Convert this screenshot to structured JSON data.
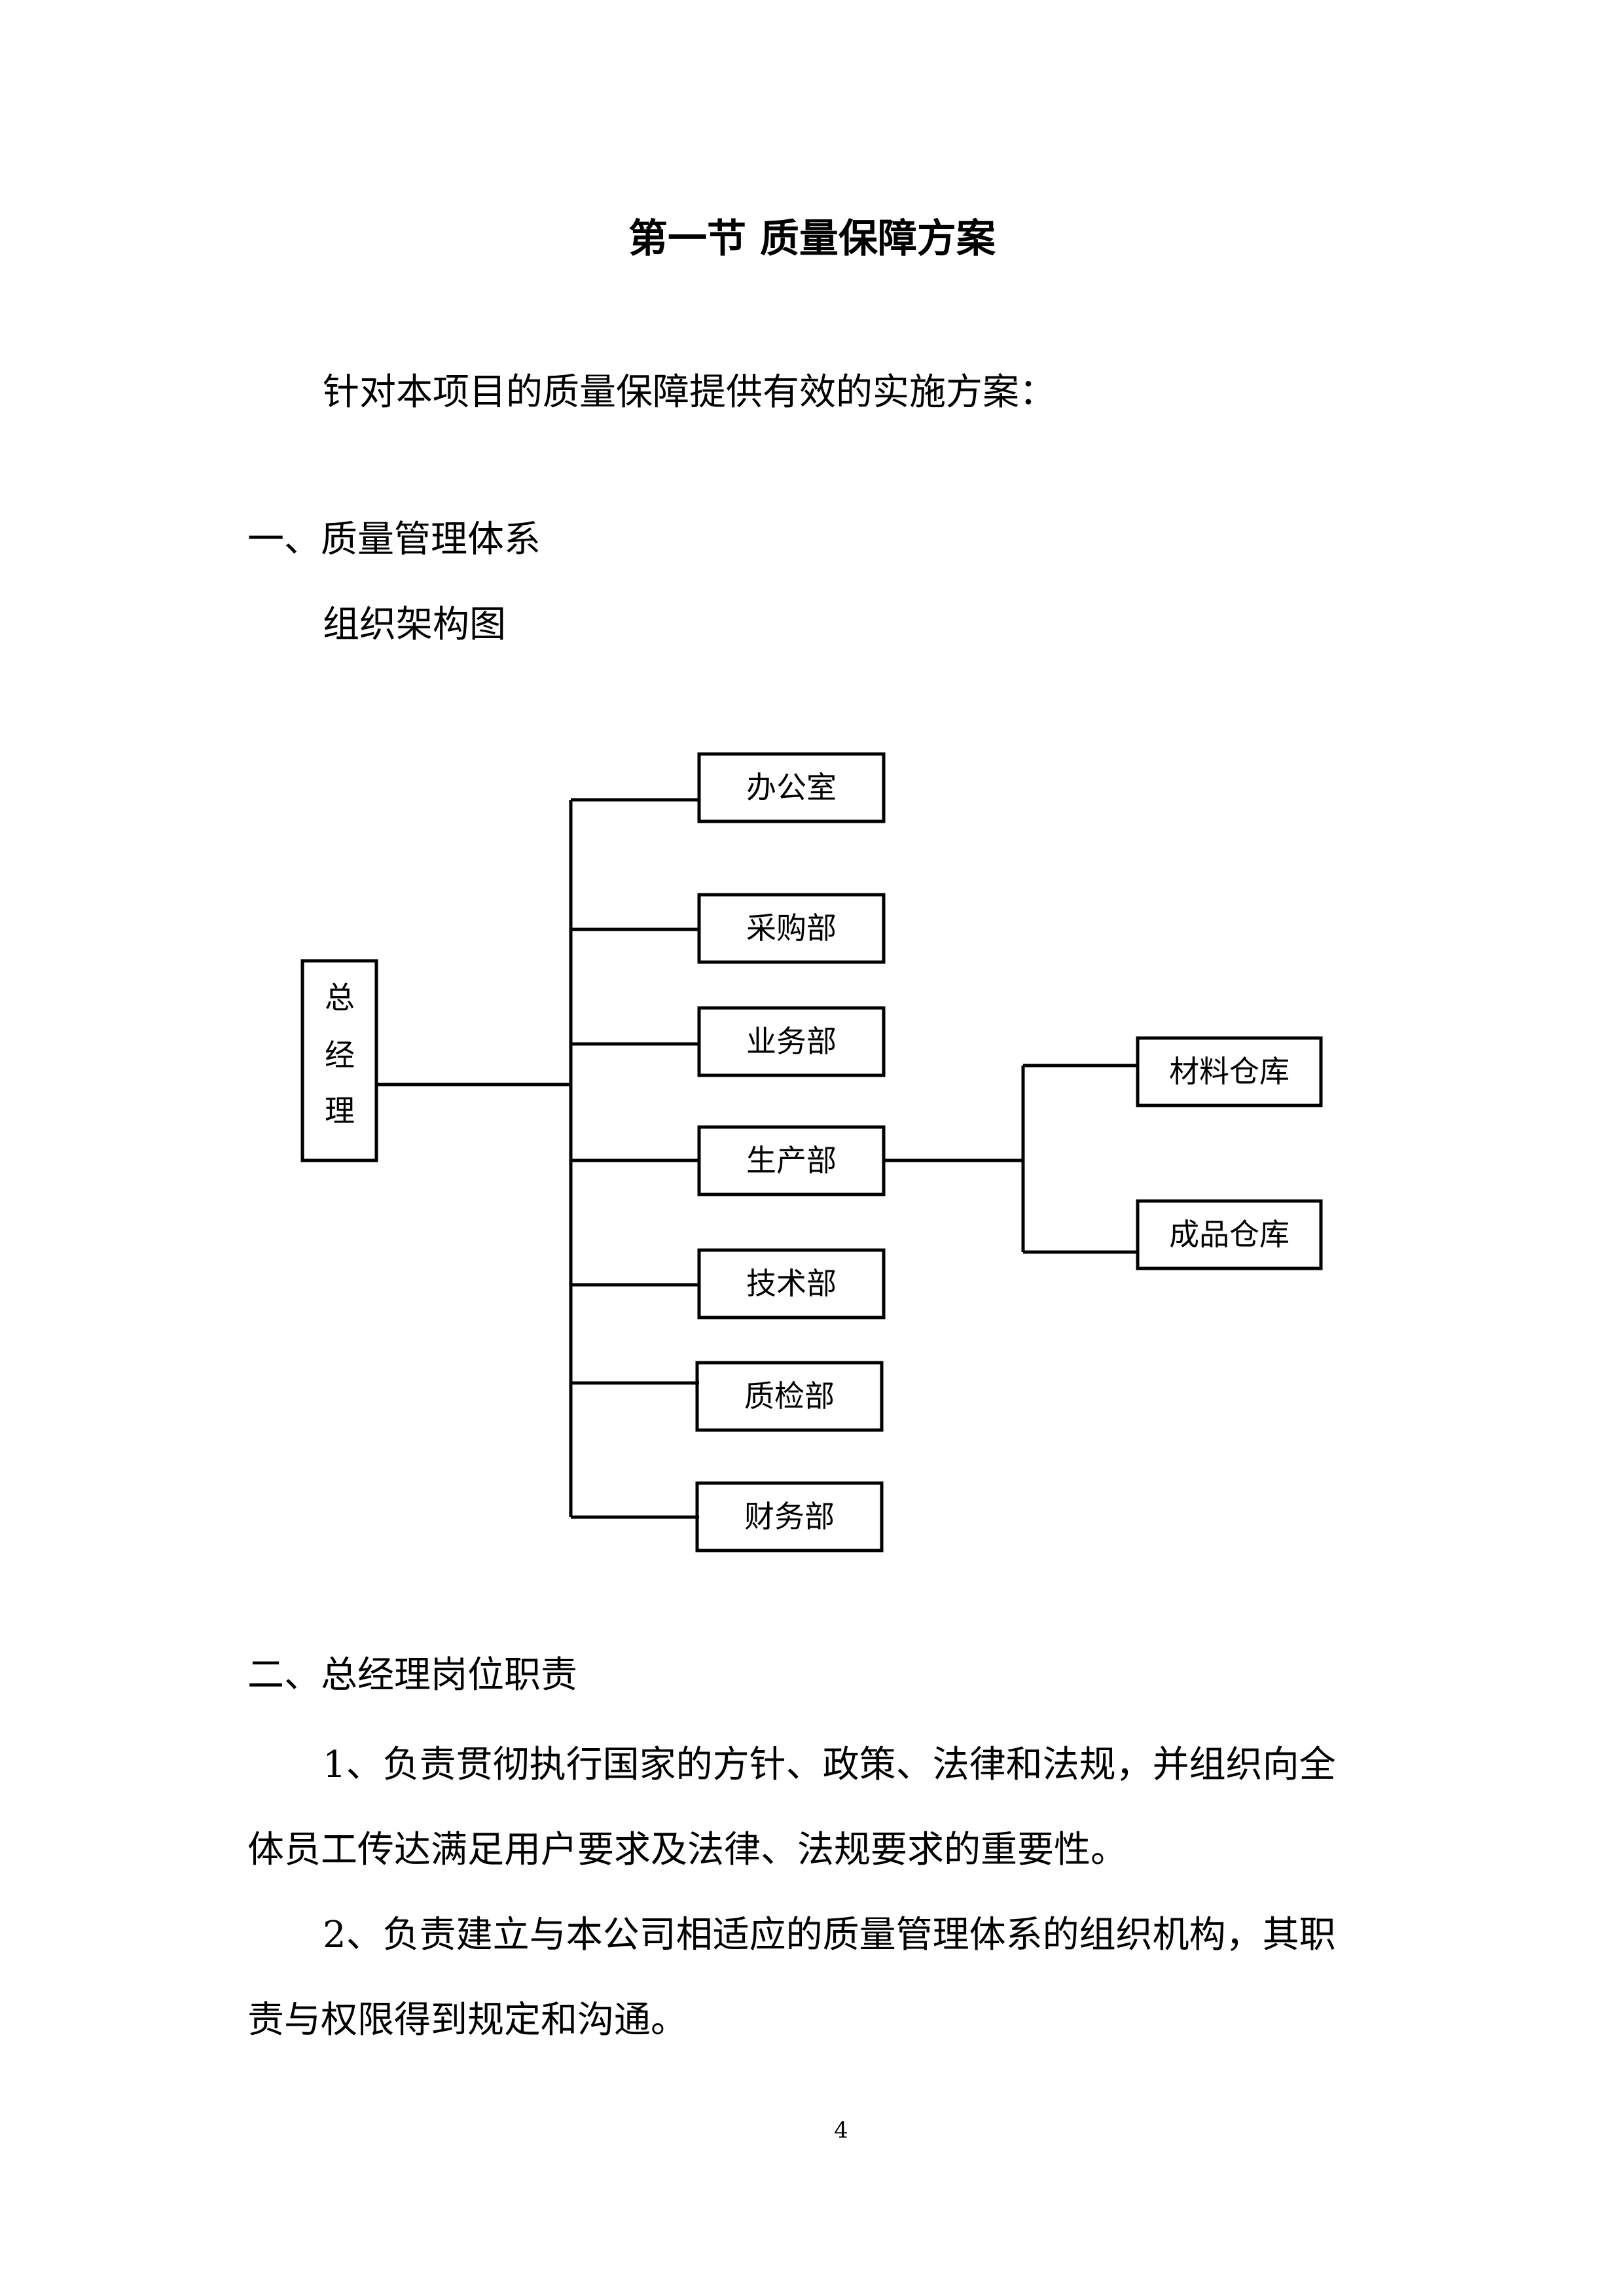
{
  "title": "第一节  质量保障方案",
  "intro": "针对本项目的质量保障提供有效的实施方案：",
  "section1": {
    "heading": "一、质量管理体系",
    "subheading": "组织架构图"
  },
  "org_chart": {
    "root": "总\n经\n理",
    "root_chars": [
      "总",
      "经",
      "理"
    ],
    "departments": [
      "办公室",
      "采购部",
      "业务部",
      "生产部",
      "技术部",
      "质检部",
      "财务部"
    ],
    "production_children": [
      "材料仓库",
      "成品仓库"
    ]
  },
  "section2": {
    "heading": "二、总经理岗位职责",
    "item1_line1": "1、负责贯彻执行国家的方针、政策、法律和法规，并组织向全",
    "item1_line2": "体员工传达满足用户要求及法律、法规要求的重要性。",
    "item2_line1": "2、负责建立与本公司相适应的质量管理体系的组织机构，其职",
    "item2_line2": "责与权限得到规定和沟通。"
  },
  "page_number": "4"
}
